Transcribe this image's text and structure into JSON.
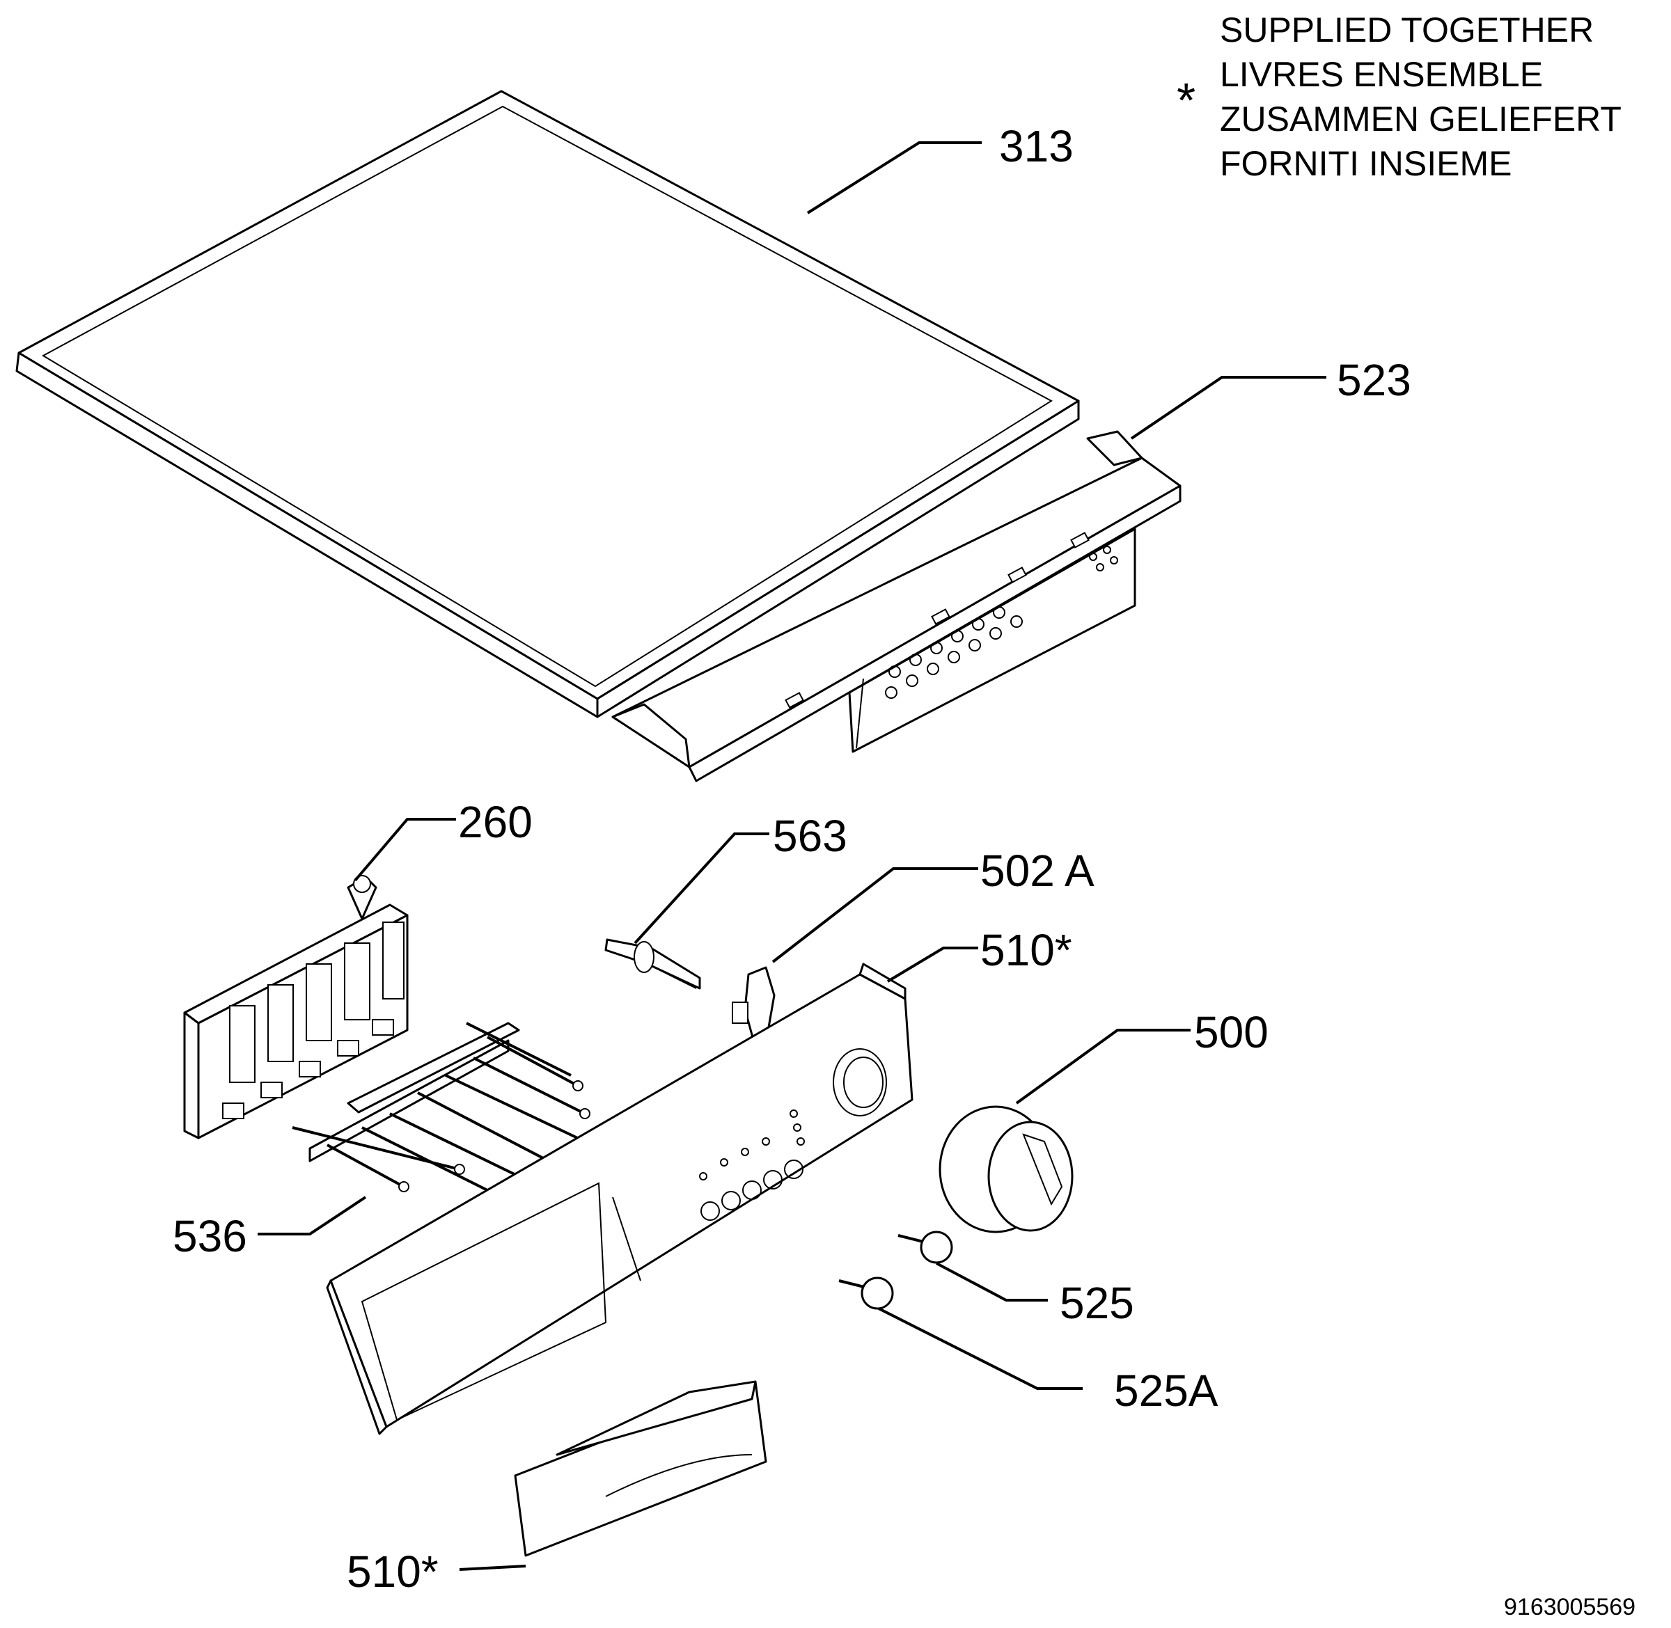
{
  "legend": {
    "symbol": "*",
    "lines": [
      "SUPPLIED TOGETHER",
      "LIVRES ENSEMBLE",
      "ZUSAMMEN GELIEFERT",
      "FORNITI INSIEME"
    ]
  },
  "callouts": {
    "c313": "313",
    "c523": "523",
    "c260": "260",
    "c563": "563",
    "c502a": "502 A",
    "c510a": "510*",
    "c500": "500",
    "c536": "536",
    "c525": "525",
    "c525a": "525A",
    "c510b": "510*"
  },
  "drawing_number": "9163005569"
}
